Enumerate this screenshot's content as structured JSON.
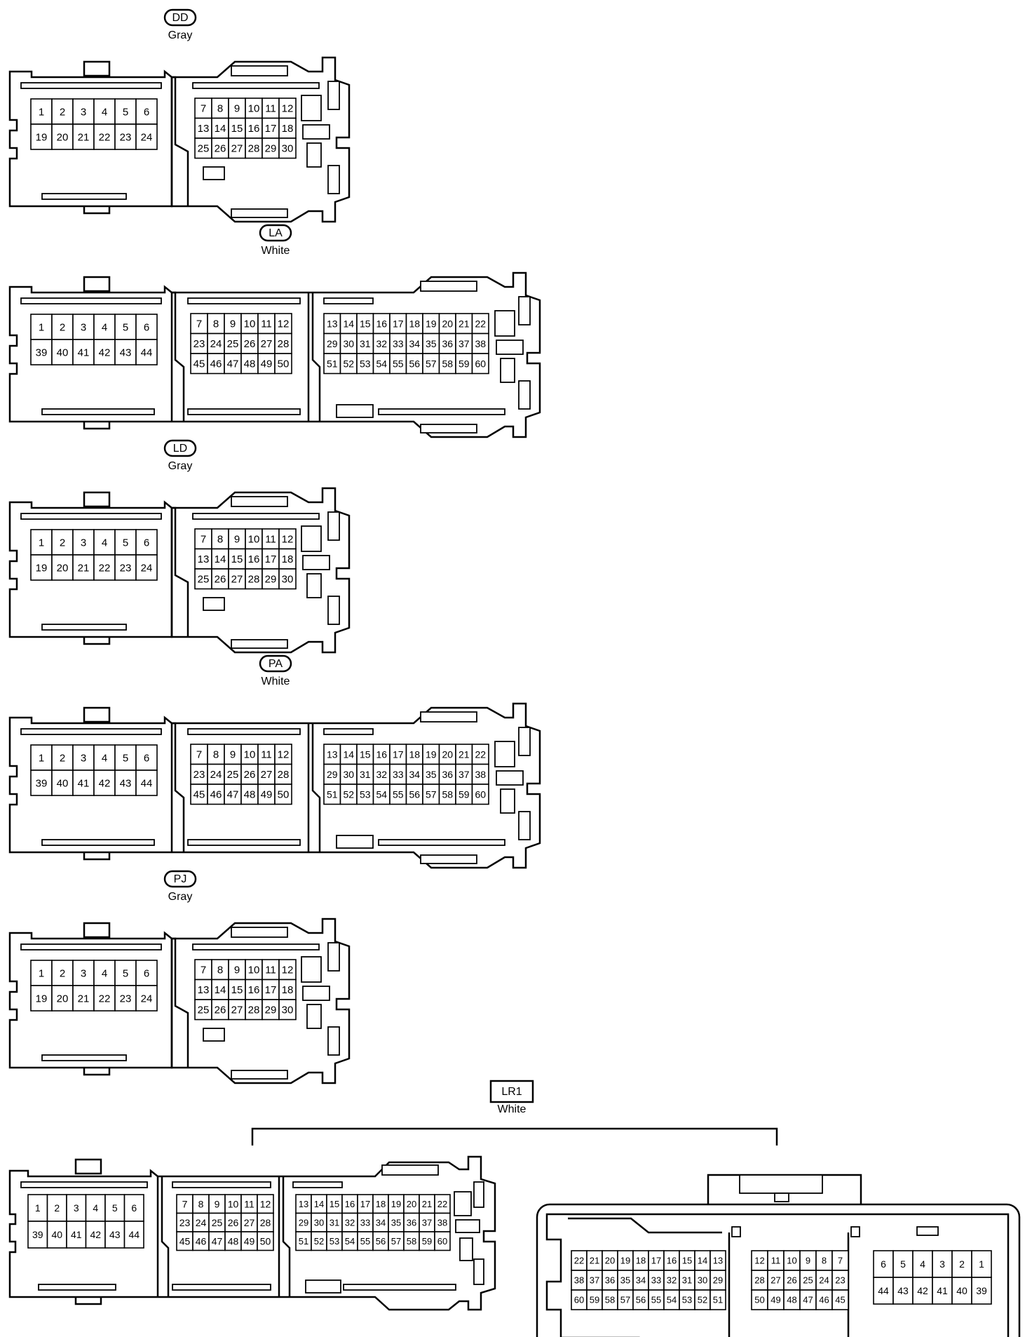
{
  "connectors": [
    {
      "id": "DD",
      "color": "Gray",
      "label_shape": "oval",
      "type": "30pin",
      "rows": [
        [
          "1",
          "2",
          "3",
          "4",
          "5",
          "6",
          "7",
          "8",
          "9",
          "10",
          "11",
          "12"
        ],
        [
          "19",
          "20",
          "21",
          "22",
          "23",
          "24",
          "13",
          "14",
          "15",
          "16",
          "17",
          "18"
        ],
        [
          "25",
          "26",
          "27",
          "28",
          "29",
          "30"
        ]
      ]
    },
    {
      "id": "LA",
      "color": "White",
      "label_shape": "oval",
      "type": "60pin",
      "rows": [
        [
          "1",
          "2",
          "3",
          "4",
          "5",
          "6",
          "7",
          "8",
          "9",
          "10",
          "11",
          "12",
          "13",
          "14",
          "15",
          "16",
          "17",
          "18",
          "19",
          "20",
          "21",
          "22"
        ],
        [
          "39",
          "40",
          "41",
          "42",
          "43",
          "44",
          "23",
          "24",
          "25",
          "26",
          "27",
          "28",
          "29",
          "30",
          "31",
          "32",
          "33",
          "34",
          "35",
          "36",
          "37",
          "38"
        ],
        [
          "45",
          "46",
          "47",
          "48",
          "49",
          "50",
          "51",
          "52",
          "53",
          "54",
          "55",
          "56",
          "57",
          "58",
          "59",
          "60"
        ]
      ]
    },
    {
      "id": "LD",
      "color": "Gray",
      "label_shape": "oval",
      "type": "30pin",
      "rows": [
        [
          "1",
          "2",
          "3",
          "4",
          "5",
          "6",
          "7",
          "8",
          "9",
          "10",
          "11",
          "12"
        ],
        [
          "19",
          "20",
          "21",
          "22",
          "23",
          "24",
          "13",
          "14",
          "15",
          "16",
          "17",
          "18"
        ],
        [
          "25",
          "26",
          "27",
          "28",
          "29",
          "30"
        ]
      ]
    },
    {
      "id": "PA",
      "color": "White",
      "label_shape": "oval",
      "type": "60pin",
      "rows": [
        [
          "1",
          "2",
          "3",
          "4",
          "5",
          "6",
          "7",
          "8",
          "9",
          "10",
          "11",
          "12",
          "13",
          "14",
          "15",
          "16",
          "17",
          "18",
          "19",
          "20",
          "21",
          "22"
        ],
        [
          "39",
          "40",
          "41",
          "42",
          "43",
          "44",
          "23",
          "24",
          "25",
          "26",
          "27",
          "28",
          "29",
          "30",
          "31",
          "32",
          "33",
          "34",
          "35",
          "36",
          "37",
          "38"
        ],
        [
          "45",
          "46",
          "47",
          "48",
          "49",
          "50",
          "51",
          "52",
          "53",
          "54",
          "55",
          "56",
          "57",
          "58",
          "59",
          "60"
        ]
      ]
    },
    {
      "id": "PJ",
      "color": "Gray",
      "label_shape": "oval",
      "type": "30pin",
      "rows": [
        [
          "1",
          "2",
          "3",
          "4",
          "5",
          "6",
          "7",
          "8",
          "9",
          "10",
          "11",
          "12"
        ],
        [
          "19",
          "20",
          "21",
          "22",
          "23",
          "24",
          "13",
          "14",
          "15",
          "16",
          "17",
          "18"
        ],
        [
          "25",
          "26",
          "27",
          "28",
          "29",
          "30"
        ]
      ]
    },
    {
      "id": "LR1",
      "color": "White",
      "label_shape": "box",
      "type": "pair",
      "male": {
        "rows": [
          [
            "1",
            "2",
            "3",
            "4",
            "5",
            "6",
            "7",
            "8",
            "9",
            "10",
            "11",
            "12",
            "13",
            "14",
            "15",
            "16",
            "17",
            "18",
            "19",
            "20",
            "21",
            "22"
          ],
          [
            "39",
            "40",
            "41",
            "42",
            "43",
            "44",
            "23",
            "24",
            "25",
            "26",
            "27",
            "28",
            "29",
            "30",
            "31",
            "32",
            "33",
            "34",
            "35",
            "36",
            "37",
            "38"
          ],
          [
            "45",
            "46",
            "47",
            "48",
            "49",
            "50",
            "51",
            "52",
            "53",
            "54",
            "55",
            "56",
            "57",
            "58",
            "59",
            "60"
          ]
        ]
      },
      "female": {
        "rows": [
          [
            "22",
            "21",
            "20",
            "19",
            "18",
            "17",
            "16",
            "15",
            "14",
            "13",
            "12",
            "11",
            "10",
            "9",
            "8",
            "7",
            "6",
            "5",
            "4",
            "3",
            "2",
            "1"
          ],
          [
            "38",
            "37",
            "36",
            "35",
            "34",
            "33",
            "32",
            "31",
            "30",
            "29",
            "28",
            "27",
            "26",
            "25",
            "24",
            "23",
            "44",
            "43",
            "42",
            "41",
            "40",
            "39"
          ],
          [
            "60",
            "59",
            "58",
            "57",
            "56",
            "55",
            "54",
            "53",
            "52",
            "51",
            "50",
            "49",
            "48",
            "47",
            "46",
            "45"
          ]
        ]
      }
    }
  ]
}
